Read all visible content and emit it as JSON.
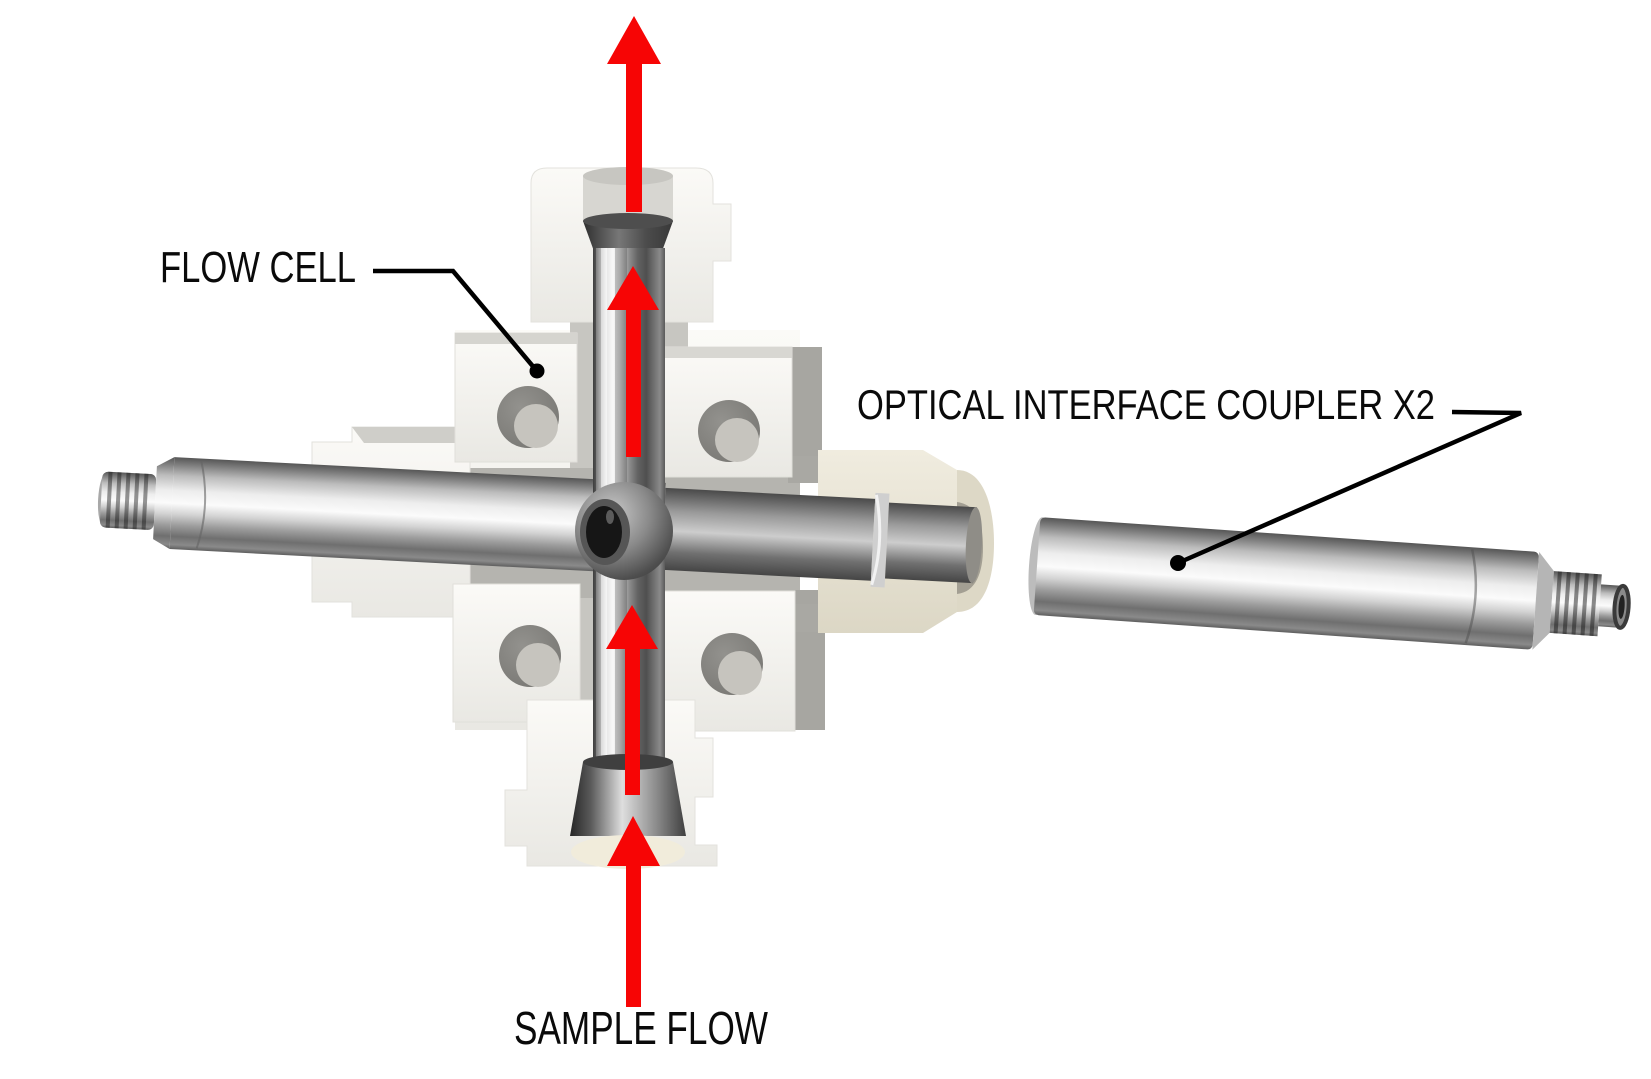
{
  "labels": {
    "flow_cell": "FLOW CELL",
    "optical_coupler": "OPTICAL INTERFACE COUPLER X2",
    "sample_flow": "SAMPLE FLOW"
  },
  "arrows": {
    "color": "#f70505",
    "direction": "up",
    "count": 4
  },
  "leader_lines": {
    "color": "#000000"
  },
  "palette": {
    "background": "#ffffff",
    "label_text": "#0a0a0a",
    "body_white": "#f6f5f1",
    "body_cream": "#ebe7d9",
    "metal_bright": "#f5f5f5",
    "metal_dark": "#4c4c4c",
    "hole_gray": "#7d7c78"
  }
}
